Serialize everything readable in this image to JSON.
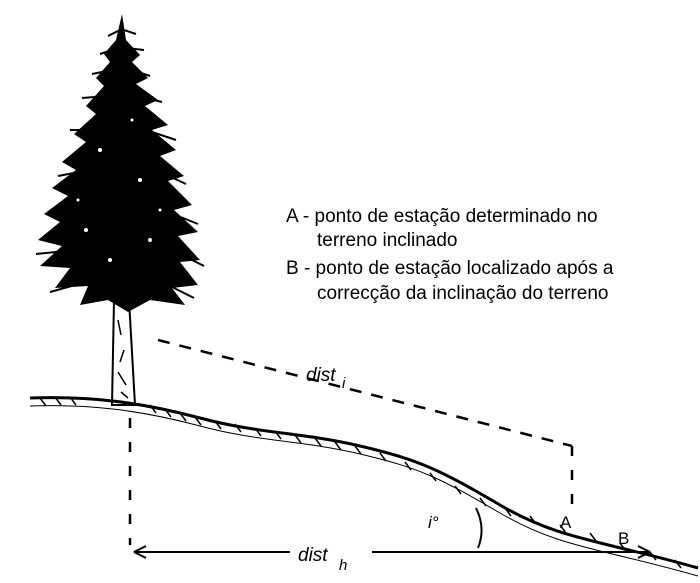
{
  "diagram": {
    "legend": {
      "a_line1": "A - ponto de estação determinado no",
      "a_line2": "terreno inclinado",
      "b_line1": "B - ponto de estação localizado após a",
      "b_line2": "correcção da inclinação do terreno"
    },
    "labels": {
      "slope_distance_main": "dist",
      "slope_distance_sub": "i",
      "horizontal_distance_main": "dist",
      "horizontal_distance_sub": "h",
      "angle": "i°",
      "point_a": "A",
      "point_b": "B"
    },
    "colors": {
      "ink": "#000000",
      "background": "#ffffff"
    },
    "icons": [
      "tree-icon",
      "slope-ground",
      "arrow-left-icon",
      "arrow-right-icon"
    ]
  }
}
